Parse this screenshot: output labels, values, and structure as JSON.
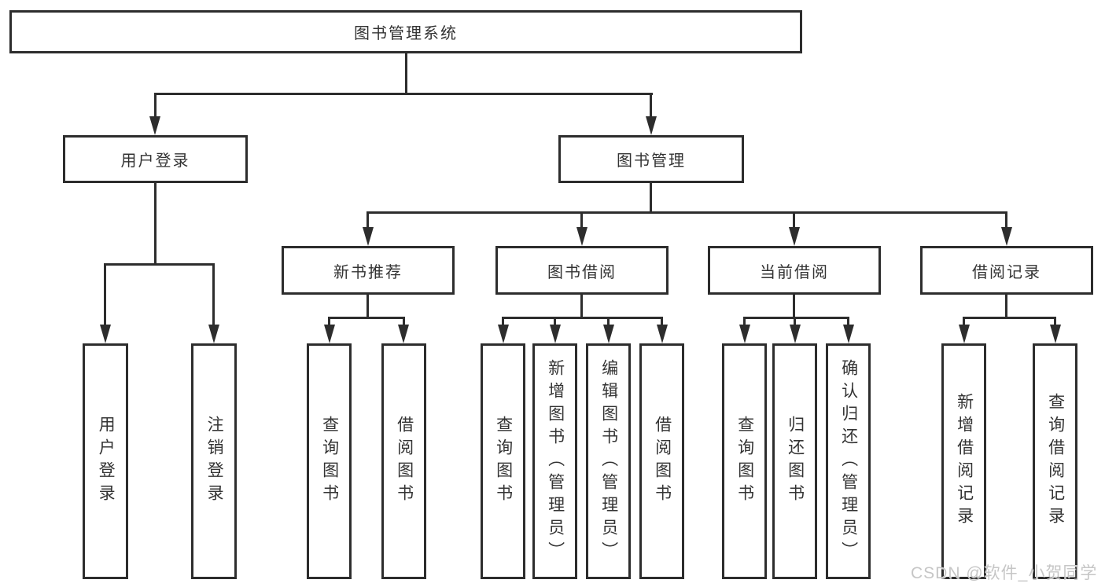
{
  "l1": {
    "label": "图书管理系统"
  },
  "l2": {
    "login": "用户登录",
    "mgmt": "图书管理"
  },
  "l3": {
    "recommend": "新书推荐",
    "borrow": "图书借阅",
    "current": "当前借阅",
    "record": "借阅记录"
  },
  "l4": {
    "login": [
      "用户登录",
      "注销登录"
    ],
    "recommend": [
      "查询图书",
      "借阅图书"
    ],
    "borrow": [
      "查询图书",
      "新增图书（管理员）",
      "编辑图书（管理员）",
      "借阅图书"
    ],
    "current": [
      "查询图书",
      "归还图书",
      "确认归还（管理员）"
    ],
    "record": [
      "新增借阅记录",
      "查询借阅记录"
    ]
  },
  "watermark": "CSDN @软件_小贺同学",
  "colors": {
    "line": "#2d2d2d",
    "text": "#333333",
    "background": "#ffffff",
    "watermark": "#c6c6c6"
  }
}
